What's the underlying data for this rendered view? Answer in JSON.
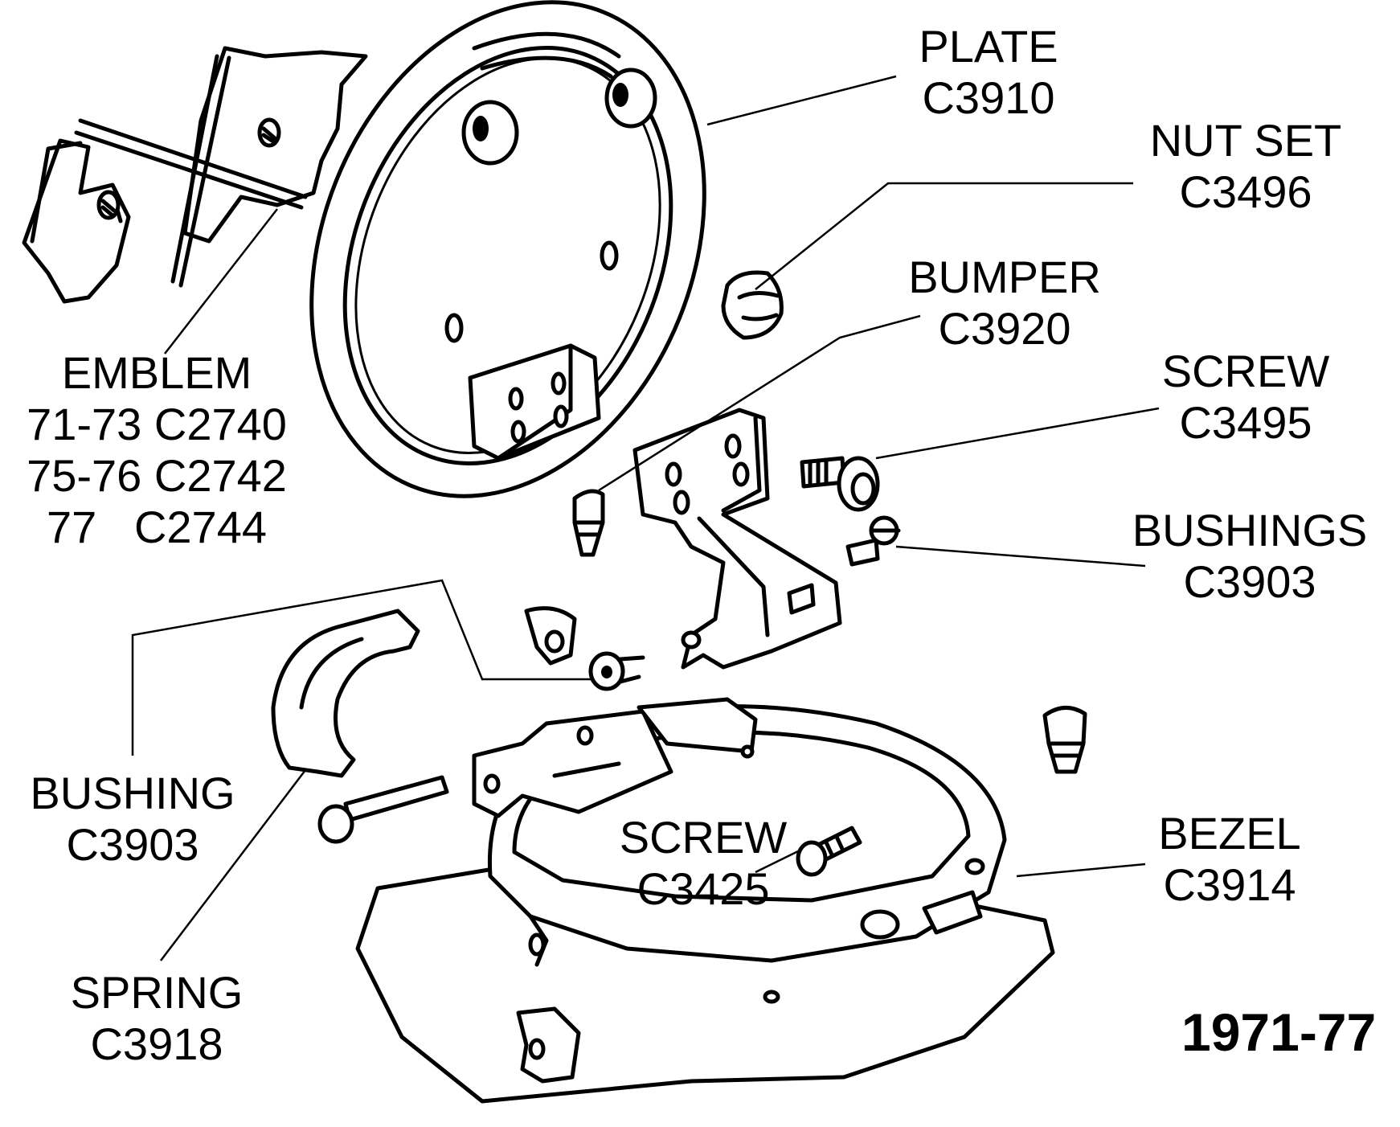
{
  "callouts": {
    "plate": {
      "name": "PLATE",
      "part": "C3910"
    },
    "nut_set": {
      "name": "NUT SET",
      "part": "C3496"
    },
    "bumper": {
      "name": "BUMPER",
      "part": "C3920"
    },
    "screw_top": {
      "name": "SCREW",
      "part": "C3495"
    },
    "bushings": {
      "name": "BUSHINGS",
      "part": "C3903"
    },
    "emblem": {
      "name": "EMBLEM",
      "line1": "71-73 C2740",
      "line2": "75-76 C2742",
      "line3": "77   C2744"
    },
    "bushing": {
      "name": "BUSHING",
      "part": "C3903"
    },
    "screw_bottom": {
      "name": "SCREW",
      "part": "C3425"
    },
    "bezel": {
      "name": "BEZEL",
      "part": "C3914"
    },
    "spring": {
      "name": "SPRING",
      "part": "C3918"
    }
  },
  "year_range": "1971-77"
}
